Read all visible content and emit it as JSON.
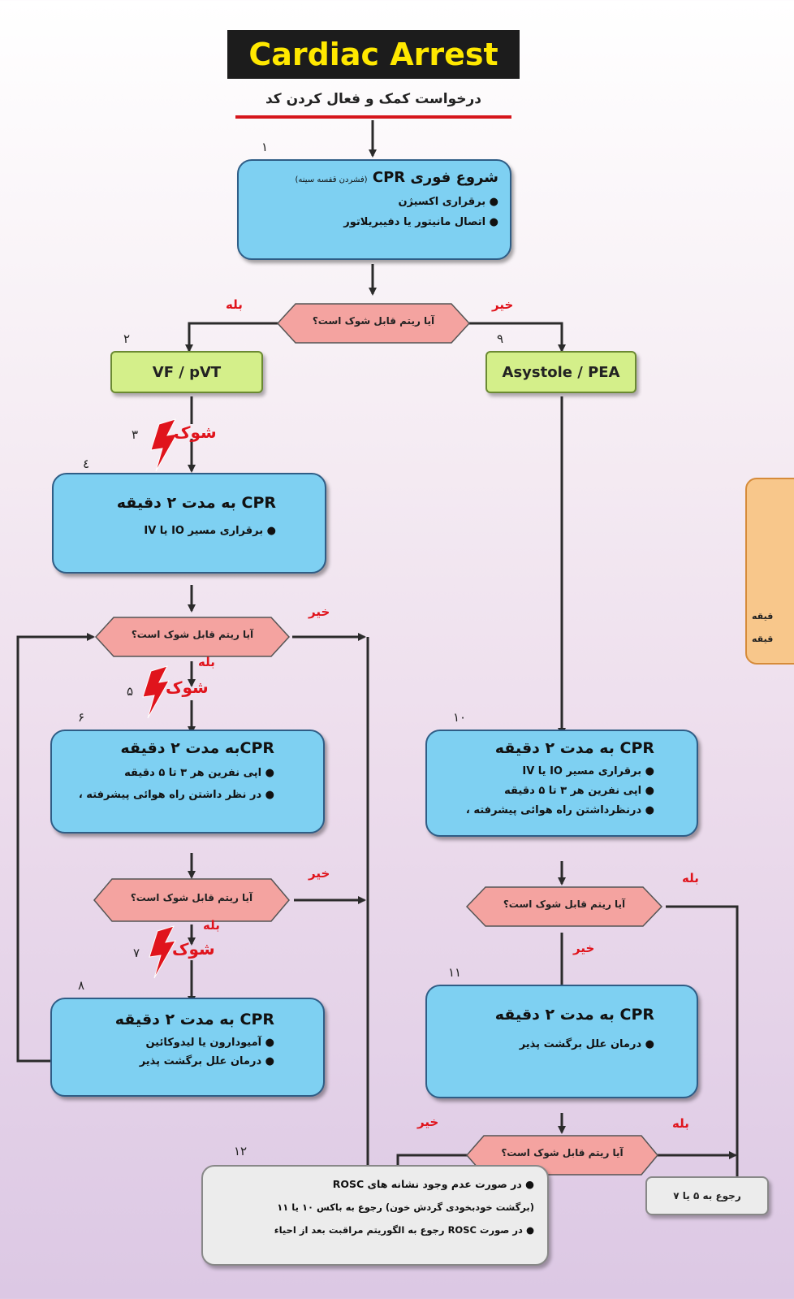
{
  "title": "Cardiac Arrest",
  "subtitle": "درخواست کمک و فعال کردن کد",
  "decision_text": "آیا ریتم قابل شوک است؟",
  "yes": "بله",
  "no": "خیر",
  "shock": "شوک",
  "nums": {
    "n1": "۱",
    "n2": "۲",
    "n3": "۳",
    "n4": "٤",
    "n5": "۵",
    "n6": "۶",
    "n7": "۷",
    "n8": "۸",
    "n9": "۹",
    "n10": "۱۰",
    "n11": "۱۱",
    "n12": "۱۲"
  },
  "box1": {
    "title": "شروع فوری CPR",
    "sub": "(فشردن قفسه سینه)",
    "l1": "● برقراری اکسیژن",
    "l2": "● اتصال مانیتور یا دفیبریلاتور"
  },
  "vf": "VF / pVT",
  "asys": "Asystole / PEA",
  "box4": {
    "title": "CPR به مدت ۲ دقیقه",
    "l1": "● برقراری مسیر IO یا IV"
  },
  "box6": {
    "title": "CPRبه مدت ۲ دقیقه",
    "l1": "● اپی نفرین هر ۳ تا ۵ دقیقه",
    "l2": "● در نظر داشتن راه هوائی پیشرفته ،"
  },
  "box8": {
    "title": "CPR به مدت ۲ دقیقه",
    "l1": "● آمیودارون یا لیدوکائین",
    "l2": "● درمان علل برگشت پذیر"
  },
  "box10": {
    "title": "CPR به مدت ۲ دقیقه",
    "l1": "● برقراری مسیر IO یا IV",
    "l2": "● اپی نفرین هر ۳ تا ۵ دقیقه",
    "l3": "● درنظرداشتن راه هوائی پیشرفته ،"
  },
  "box11": {
    "title": "CPR به مدت ۲ دقیقه",
    "l1": "● درمان علل برگشت پذیر"
  },
  "box12": {
    "l1": "● در صورت عدم وجود نشانه های ROSC",
    "l2": "(برگشت خودبخودی گردش خون) رجوع به باکس ۱۰ یا ۱۱",
    "l3": "● در صورت ROSC رجوع به الگوریتم مراقبت بعد از احیاء"
  },
  "back": "رجوع به ۵ یا ۷",
  "side": {
    "l1": "قیقه",
    "l2": "قیقه"
  }
}
